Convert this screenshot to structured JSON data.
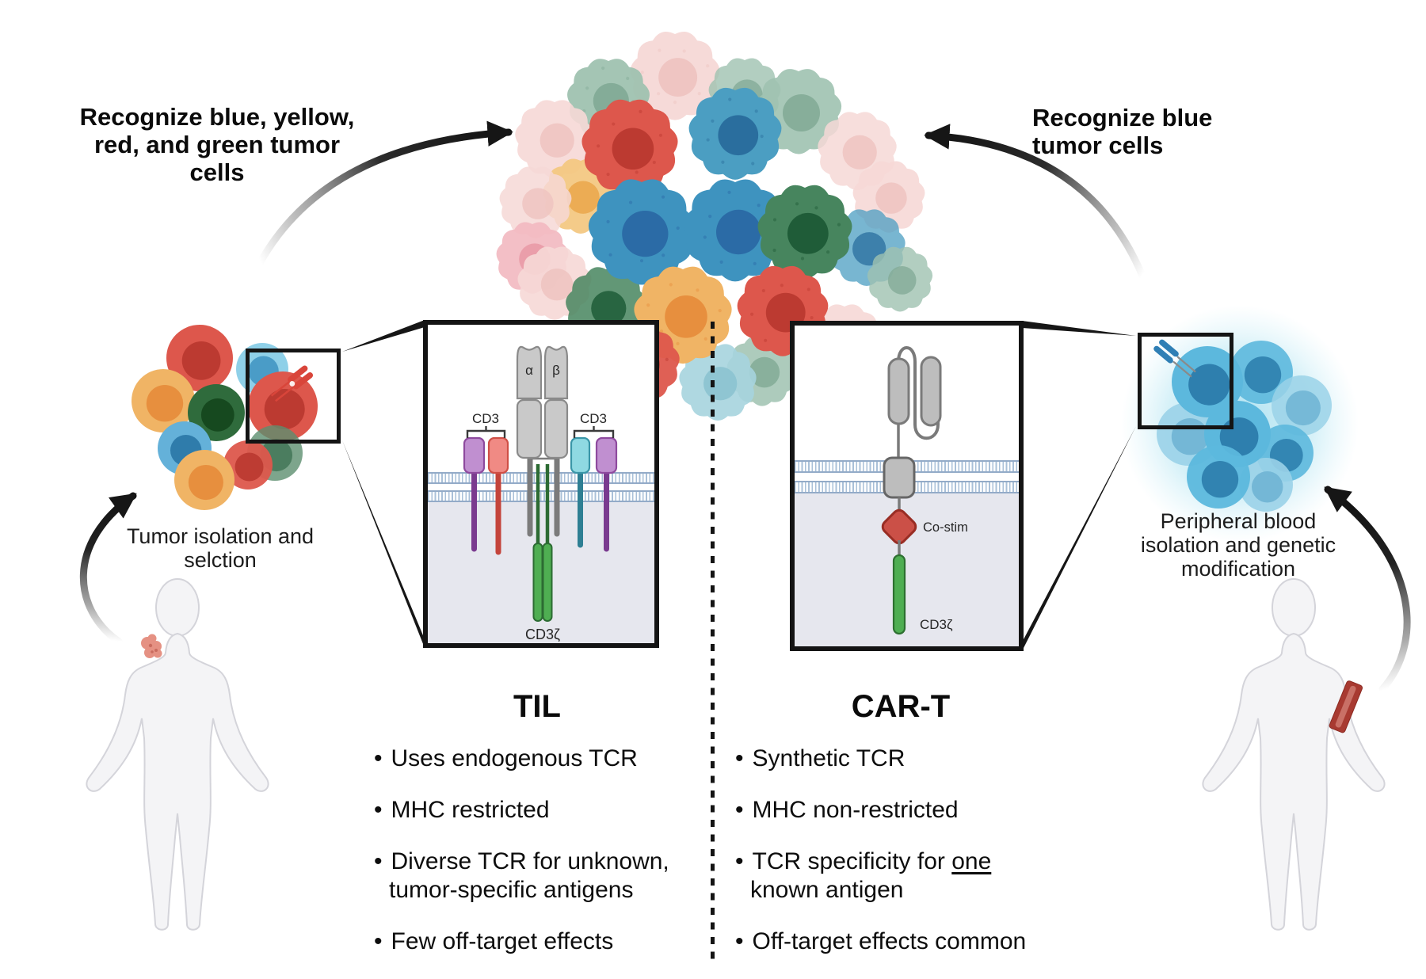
{
  "ui": {
    "bullet": "•"
  },
  "labels": {
    "recognize_left": [
      "Recognize blue, yellow,",
      "red, and green tumor cells"
    ],
    "recognize_right": [
      "Recognize blue",
      "tumor cells"
    ]
  },
  "captions": {
    "tumor_isolation": [
      "Tumor isolation and",
      "selction"
    ],
    "peripheral_blood": [
      "Peripheral blood",
      "isolation and genetic",
      "modification"
    ]
  },
  "til_box": {
    "alpha": "α",
    "beta": "β",
    "cd3_left": "CD3",
    "cd3_right": "CD3",
    "cd3zeta": "CD3ζ"
  },
  "car_box": {
    "costim": "Co-stim",
    "cd3zeta": "CD3ζ"
  },
  "til": {
    "heading": "TIL",
    "bullets": [
      {
        "line1": "Uses endogenous TCR",
        "line2": ""
      },
      {
        "line1": "MHC restricted",
        "line2": ""
      },
      {
        "line1": "Diverse TCR for unknown,",
        "line2": "tumor-specific antigens"
      },
      {
        "line1": "Few off-target effects",
        "line2": ""
      }
    ]
  },
  "cart": {
    "heading": "CAR-T",
    "bullets": [
      {
        "pre": "Synthetic TCR",
        "underline": "",
        "line2": ""
      },
      {
        "pre": "MHC non-restricted",
        "underline": "",
        "line2": ""
      },
      {
        "pre": "TCR specificity for ",
        "underline": "one",
        "line2": "known antigen"
      },
      {
        "pre": "Off-target effects common",
        "underline": "",
        "line2": ""
      }
    ]
  },
  "palette": {
    "red": "#dd574c",
    "red_nucleus": "#bc3a31",
    "blue": "#3e93bf",
    "blue_nucleus": "#2b6ba6",
    "teal": "#4b9ec2",
    "teal_nucleus": "#2a6e9e",
    "green": "#47855e",
    "green_nucleus": "#1f5c38",
    "orange": "#f0b465",
    "orange_nucleus": "#e78f3e",
    "light_orange": "#f3c77f",
    "light_orange_nucleus": "#eaa94f",
    "pale_pink": "#f6d8d6",
    "pale_pink_nucleus": "#eec4c1",
    "pink": "#f2b8c0",
    "pink_nucleus": "#e99aa6",
    "pale_green": "#9fc2b0",
    "pale_green_nucleus": "#83ab97",
    "pale_blue": "#a6d4de",
    "pale_blue_nucleus": "#8cc3d0",
    "cream": "#f2ddc9",
    "cream_nucleus": "#ecccab",
    "lt_blue": "#8fd0e8",
    "lt_blue_nucleus": "#4a9cc7",
    "mid_blue": "#64b1d9",
    "mid_blue_nucleus": "#2f7cab",
    "dk_green": "#2f6b3c",
    "dk_green_nucleus": "#16491f",
    "fade_green": "#5d8f6f",
    "fade_green_nucleus": "#3f7354",
    "light_blue_cell": "#5cb8dd",
    "light_blue_nucleus": "#2e7fae",
    "pale_cyan": "#9ad2e8",
    "pale_cyan_nucleus": "#6fb4d4",
    "membrane": "#a9c0d8",
    "cytoplasm": "#e6e7ee",
    "gray_domain": "#c9c9c9",
    "gray_stroke": "#7a7a7a",
    "purple": "#c08fd0",
    "purple_stroke": "#8e4a9e",
    "salmon": "#f08a84",
    "salmon_stroke": "#cf4f46",
    "cyan": "#8fd9e2",
    "cyan_stroke": "#3a96a8",
    "teal_stem": "#2e7f93",
    "costim_red": "#cb5047",
    "costim_stroke": "#992d24",
    "green_capsule": "#4fae52",
    "green_capsule_stroke": "#2c6b33",
    "tcr_icon_red": "#d9453a",
    "car_icon_blue": "#2f7fb5",
    "arrow": "#161616",
    "body_fill": "#f4f4f6",
    "body_stroke": "#d4d4da",
    "tumor_spot": "#e59183",
    "blood_band": "#a83a31"
  }
}
